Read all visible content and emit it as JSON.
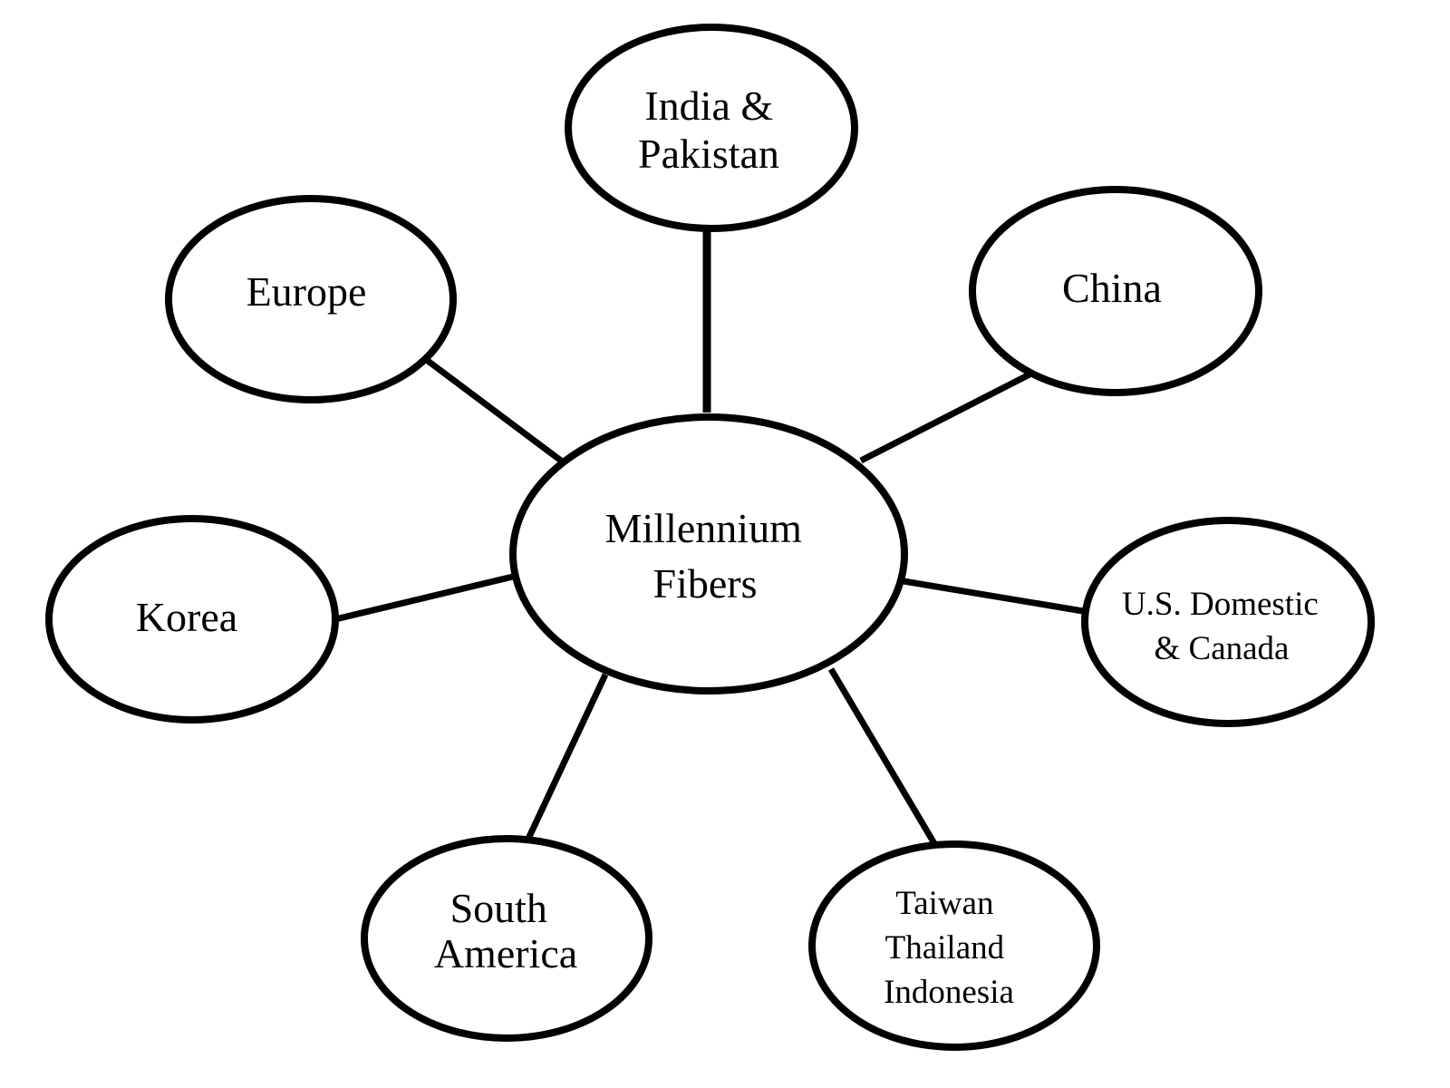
{
  "center": {
    "lines": [
      "Millennium",
      "Fibers"
    ]
  },
  "nodes": {
    "india_pakistan": {
      "lines": [
        "India &",
        "Pakistan"
      ]
    },
    "europe": {
      "lines": [
        "Europe"
      ]
    },
    "china": {
      "lines": [
        "China"
      ]
    },
    "korea": {
      "lines": [
        "Korea"
      ]
    },
    "us_canada": {
      "lines": [
        "U.S. Domestic",
        "& Canada"
      ]
    },
    "south_america": {
      "lines": [
        "South",
        "America"
      ]
    },
    "taiwan_thailand_indonesia": {
      "lines": [
        "Taiwan",
        "Thailand",
        "Indonesia"
      ]
    }
  }
}
